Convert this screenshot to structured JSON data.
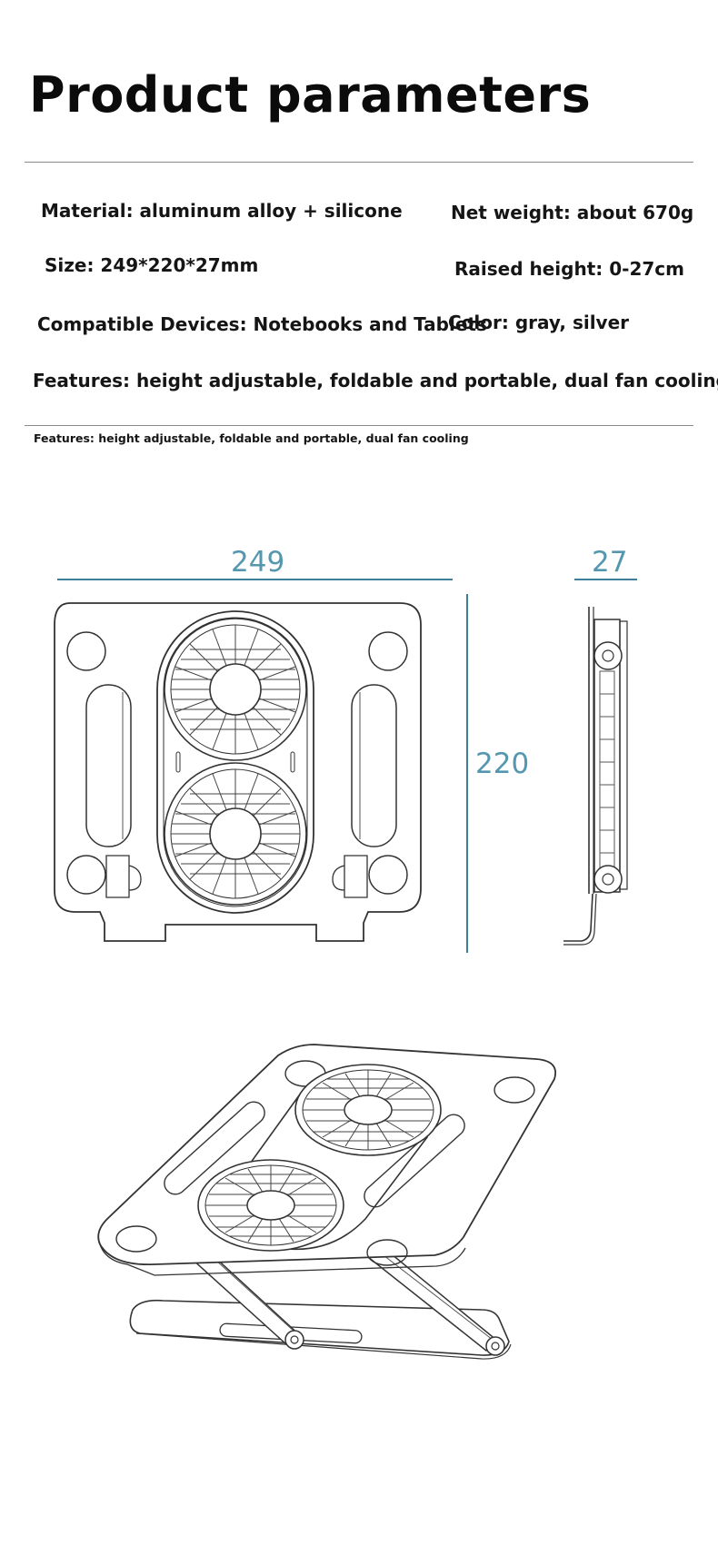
{
  "page": {
    "title": "Product parameters"
  },
  "specs": {
    "material": "Material: aluminum alloy + silicone",
    "net_weight": "Net weight: about 670g",
    "size": "Size: 249*220*27mm",
    "raised_height": "Raised height: 0-27cm",
    "compatible_devices": "Compatible Devices: Notebooks and Tablets",
    "color": "Color: gray, silver",
    "features": "Features: height adjustable, foldable and portable, dual fan cooling"
  },
  "note": {
    "features_small": "Features: height adjustable, foldable and portable, dual fan cooling"
  },
  "dimensions": {
    "width": "249",
    "depth": "27",
    "height": "220"
  },
  "colors": {
    "title_text": "#0b0b0b",
    "dimension_text": "#5597ae",
    "dimension_line": "#3e7e99",
    "divider": "#8a8a8a",
    "drawing_stroke": "#333333"
  }
}
